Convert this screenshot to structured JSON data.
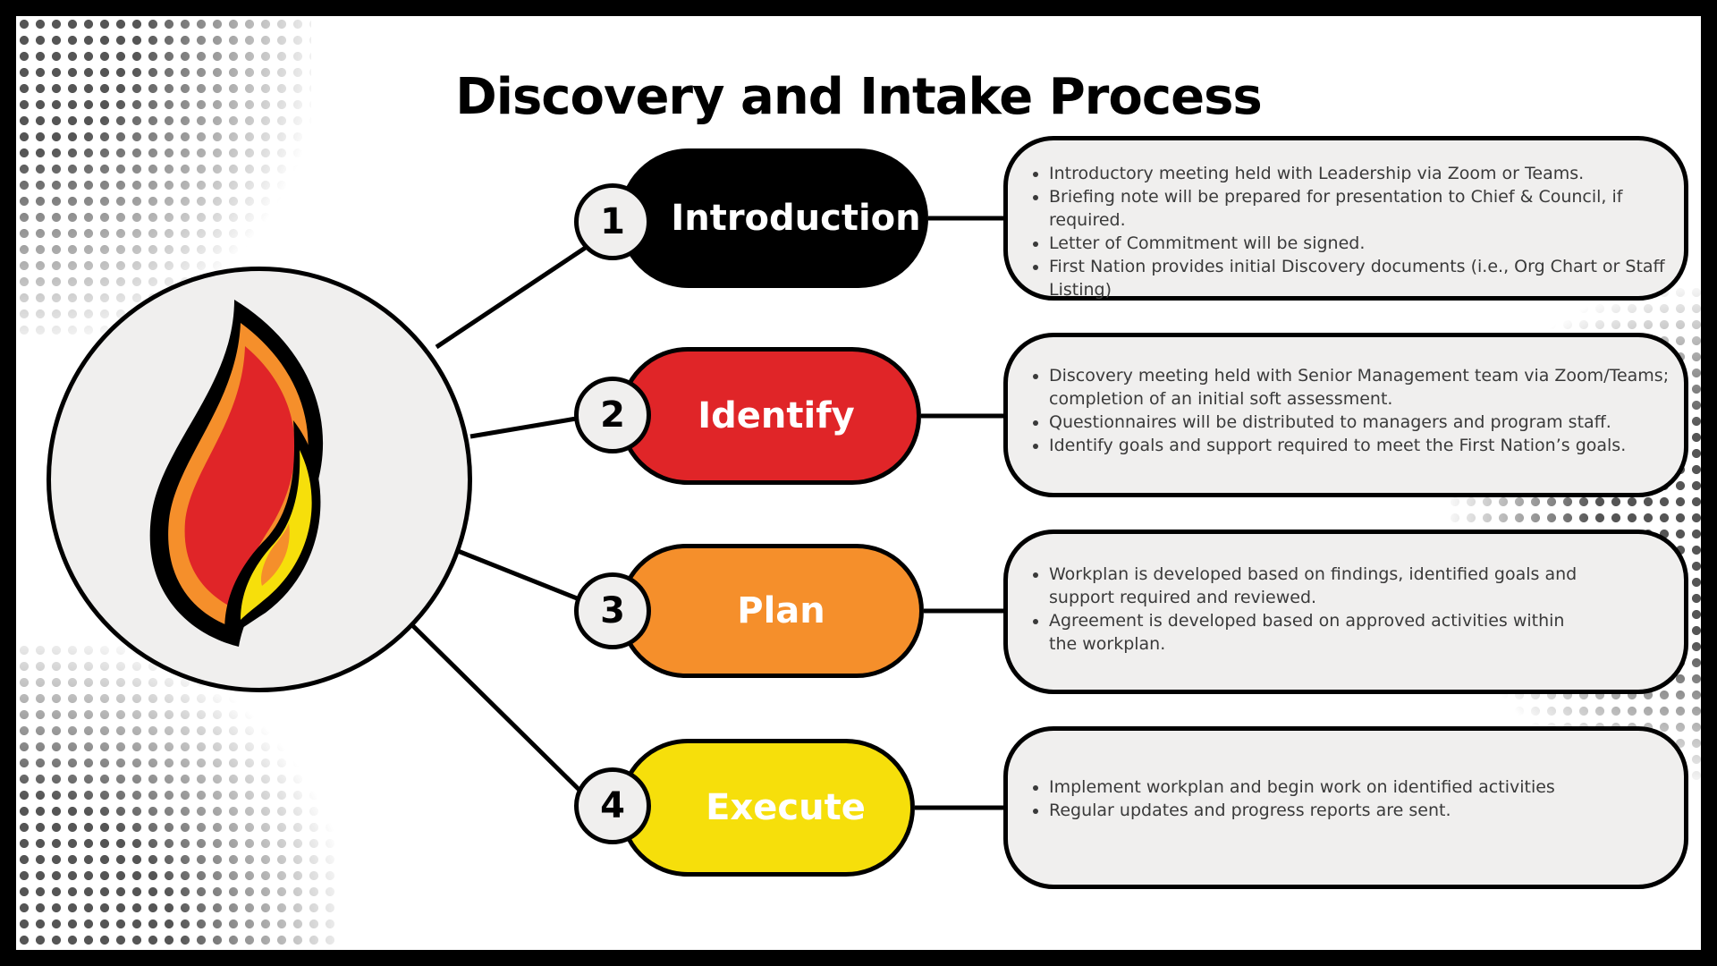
{
  "title": "Discovery and Intake Process",
  "colors": {
    "step1": "#000000",
    "step2": "#e02528",
    "step3": "#f58f2b",
    "step4": "#f6df0b",
    "panel": "#f0efee",
    "flame_red": "#e02528",
    "flame_orange": "#f58f2b",
    "flame_yellow": "#f6df0b"
  },
  "hub": {
    "icon": "flame-icon"
  },
  "steps": [
    {
      "number": "1",
      "label": "Introduction",
      "bullets": [
        "Introductory meeting held with Leadership via Zoom or Teams.",
        "Briefing note will be prepared for presentation to Chief & Council, if required.",
        "Letter of Commitment will be signed.",
        "First Nation provides initial Discovery documents (i.e., Org Chart or Staff Listing)"
      ]
    },
    {
      "number": "2",
      "label": "Identify",
      "bullets": [
        "Discovery meeting held with Senior Management team via Zoom/Teams; completion of an initial soft assessment.",
        "Questionnaires will be distributed to managers and program staff.",
        "Identify goals and support required to meet the First Nation’s goals."
      ]
    },
    {
      "number": "3",
      "label": "Plan",
      "bullets": [
        "Workplan is developed based on findings, identified goals and support required and reviewed.",
        "Agreement is developed based on approved activities within the workplan."
      ]
    },
    {
      "number": "4",
      "label": "Execute",
      "bullets": [
        "Implement workplan and begin work on identified activities",
        "Regular updates and progress reports are sent."
      ]
    }
  ]
}
